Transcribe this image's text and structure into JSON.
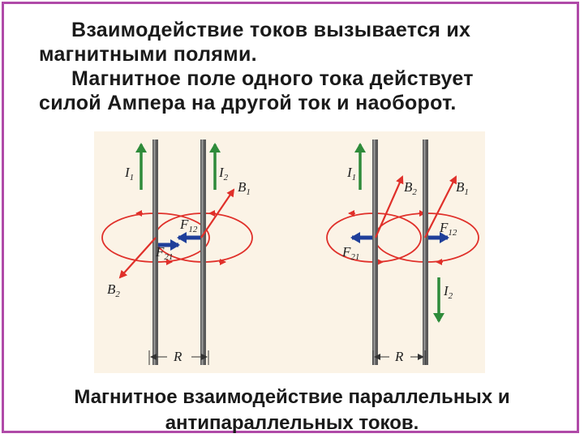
{
  "heading": {
    "line1": "Взаимодействие токов вызывается их",
    "line2": "магнитными полями.",
    "line3": "Магнитное поле одного тока действует",
    "line4": "силой Ампера на другой ток и наоборот."
  },
  "caption": {
    "line1": "Магнитное взаимодействие параллельных и",
    "line2": "антипараллельных токов."
  },
  "diagram_left": {
    "I1": "I",
    "I1_sub": "1",
    "I2": "I",
    "I2_sub": "2",
    "B1": "B",
    "B1_sub": "1",
    "B2": "B",
    "B2_sub": "2",
    "F12": "F",
    "F12_sub": "12",
    "F21": "F",
    "F21_sub": "21",
    "R": "R"
  },
  "diagram_right": {
    "I1": "I",
    "I1_sub": "1",
    "I2": "I",
    "I2_sub": "2",
    "B1": "B",
    "B1_sub": "1",
    "B2": "B",
    "B2_sub": "2",
    "F12": "F",
    "F12_sub": "12",
    "F21": "F",
    "F21_sub": "21",
    "R": "R"
  },
  "colors": {
    "frame": "#b04aa8",
    "field_lines": "#e0302a",
    "current_arrows": "#2e8b3a",
    "force_arrows": "#1f3f9a",
    "wire": "#555555",
    "figure_bg": "#fbf3e6"
  }
}
